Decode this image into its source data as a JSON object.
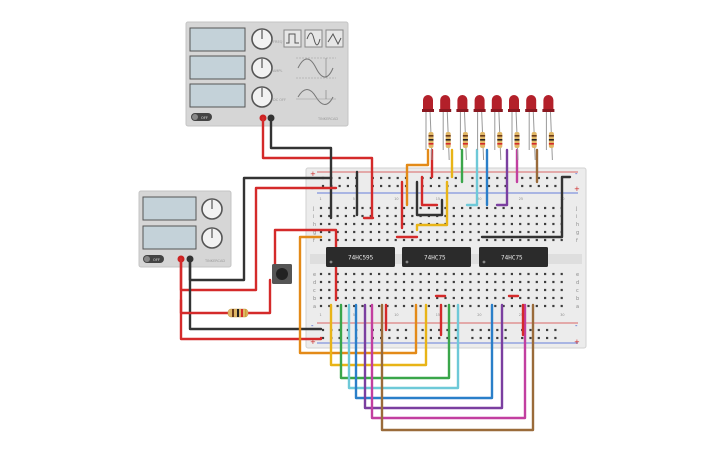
{
  "chips": [
    {
      "label": "74HC595"
    },
    {
      "label": "74HC75"
    },
    {
      "label": "74HC75"
    }
  ],
  "function_generator": {
    "button_label": "OFF",
    "waveforms": [
      "square",
      "sine",
      "triangle"
    ]
  },
  "power_supply": {
    "button_label": "OFF"
  },
  "breadboard": {
    "rail_plus": "+",
    "rail_minus": "-",
    "row_letters_top": [
      "j",
      "i",
      "h",
      "g",
      "f"
    ],
    "row_letters_bottom": [
      "e",
      "d",
      "c",
      "b",
      "a"
    ],
    "column_numbers": [
      "1",
      "5",
      "10",
      "15",
      "20",
      "25",
      "30"
    ]
  },
  "led_count": 8,
  "led_color": "#b3202a",
  "wire_colors": [
    "#d42a2a",
    "#333333",
    "#e8b417",
    "#e38a18",
    "#3aa64a",
    "#6ec9d8",
    "#7b3fa0",
    "#2a7fc9",
    "#c23fa0",
    "#9a6b3a"
  ]
}
